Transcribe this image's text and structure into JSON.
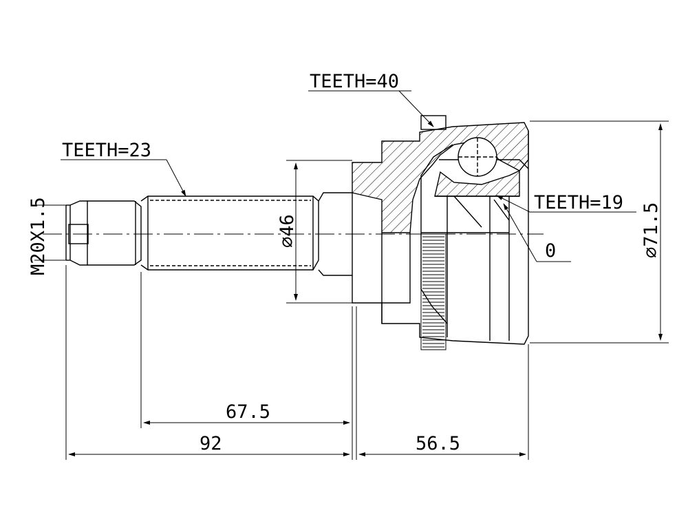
{
  "labels": {
    "teeth_spline": "TEETH=23",
    "teeth_ring": "TEETH=40",
    "teeth_inner": "TEETH=19",
    "zero": "0",
    "thread": "M20X1.5",
    "shaft_diameter": "⌀46",
    "outer_diameter": "⌀71.5"
  },
  "dimensions": {
    "shaft_length": "67.5",
    "total_left": "92",
    "housing_length": "56.5"
  }
}
